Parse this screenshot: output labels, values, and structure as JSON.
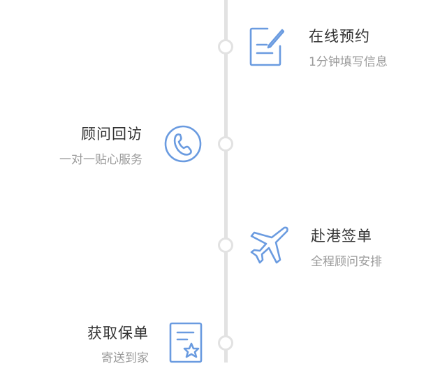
{
  "steps": [
    {
      "title": "在线预约",
      "subtitle": "1分钟填写信息",
      "icon": "form-edit-icon",
      "side": "right"
    },
    {
      "title": "顾问回访",
      "subtitle": "一对一贴心服务",
      "icon": "phone-icon",
      "side": "left"
    },
    {
      "title": "赴港签单",
      "subtitle": "全程顾问安排",
      "icon": "airplane-icon",
      "side": "right"
    },
    {
      "title": "获取保单",
      "subtitle": "寄送到家",
      "icon": "document-star-icon",
      "side": "left"
    }
  ],
  "colors": {
    "accent": "#6a9be0",
    "line": "#e2e2e2",
    "title": "#333333",
    "subtitle": "#9a9a9a"
  }
}
